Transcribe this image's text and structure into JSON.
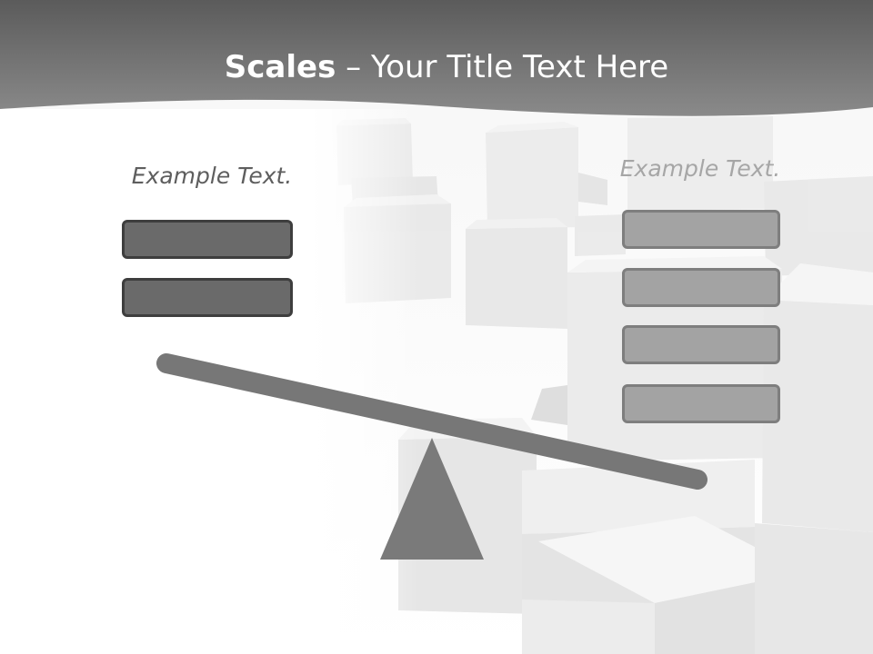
{
  "slide": {
    "title_bold": "Scales",
    "title_rest": " – Your Title Text Here",
    "left_label": "Example Text.",
    "right_label": "Example Text."
  },
  "colors": {
    "header": "#6f6f6f",
    "beam": "#777777",
    "fulcrum": "#7a7a7a",
    "box_dark_fill": "#6a6a6a",
    "box_light_fill": "#a3a3a3"
  },
  "left_boxes": [
    "",
    ""
  ],
  "right_boxes": [
    "",
    "",
    "",
    ""
  ]
}
